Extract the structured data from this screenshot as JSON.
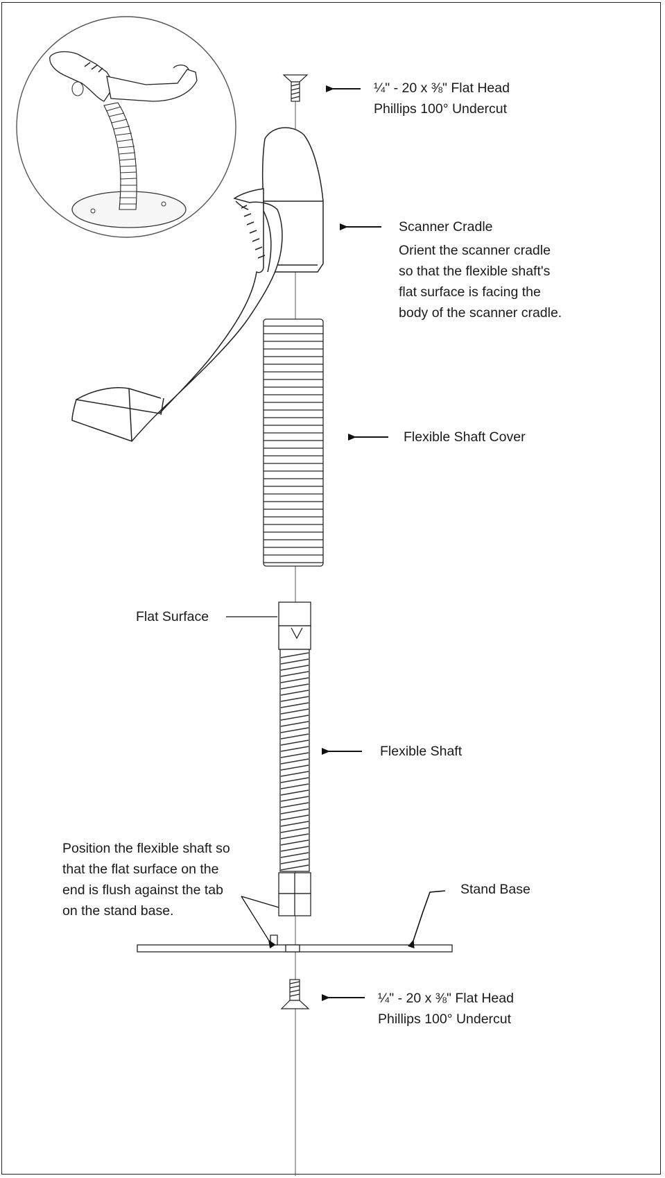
{
  "labels": {
    "top_screw": [
      "¼\" - 20 x ⅜\" Flat Head",
      "Phillips 100° Undercut"
    ],
    "scanner_cradle_title": "Scanner Cradle",
    "scanner_cradle_note": [
      "Orient the scanner cradle",
      "so that the flexible shaft's",
      "flat surface is facing the",
      "body of the scanner cradle."
    ],
    "shaft_cover": "Flexible Shaft Cover",
    "flat_surface": "Flat Surface",
    "flexible_shaft": "Flexible Shaft",
    "position_note": [
      "Position the flexible shaft so",
      "that the flat surface on the",
      "end is flush against the tab",
      "on the stand base."
    ],
    "stand_base": "Stand Base",
    "bottom_screw": [
      "¼\" - 20 x ⅜\" Flat Head",
      "Phillips 100° Undercut"
    ]
  }
}
